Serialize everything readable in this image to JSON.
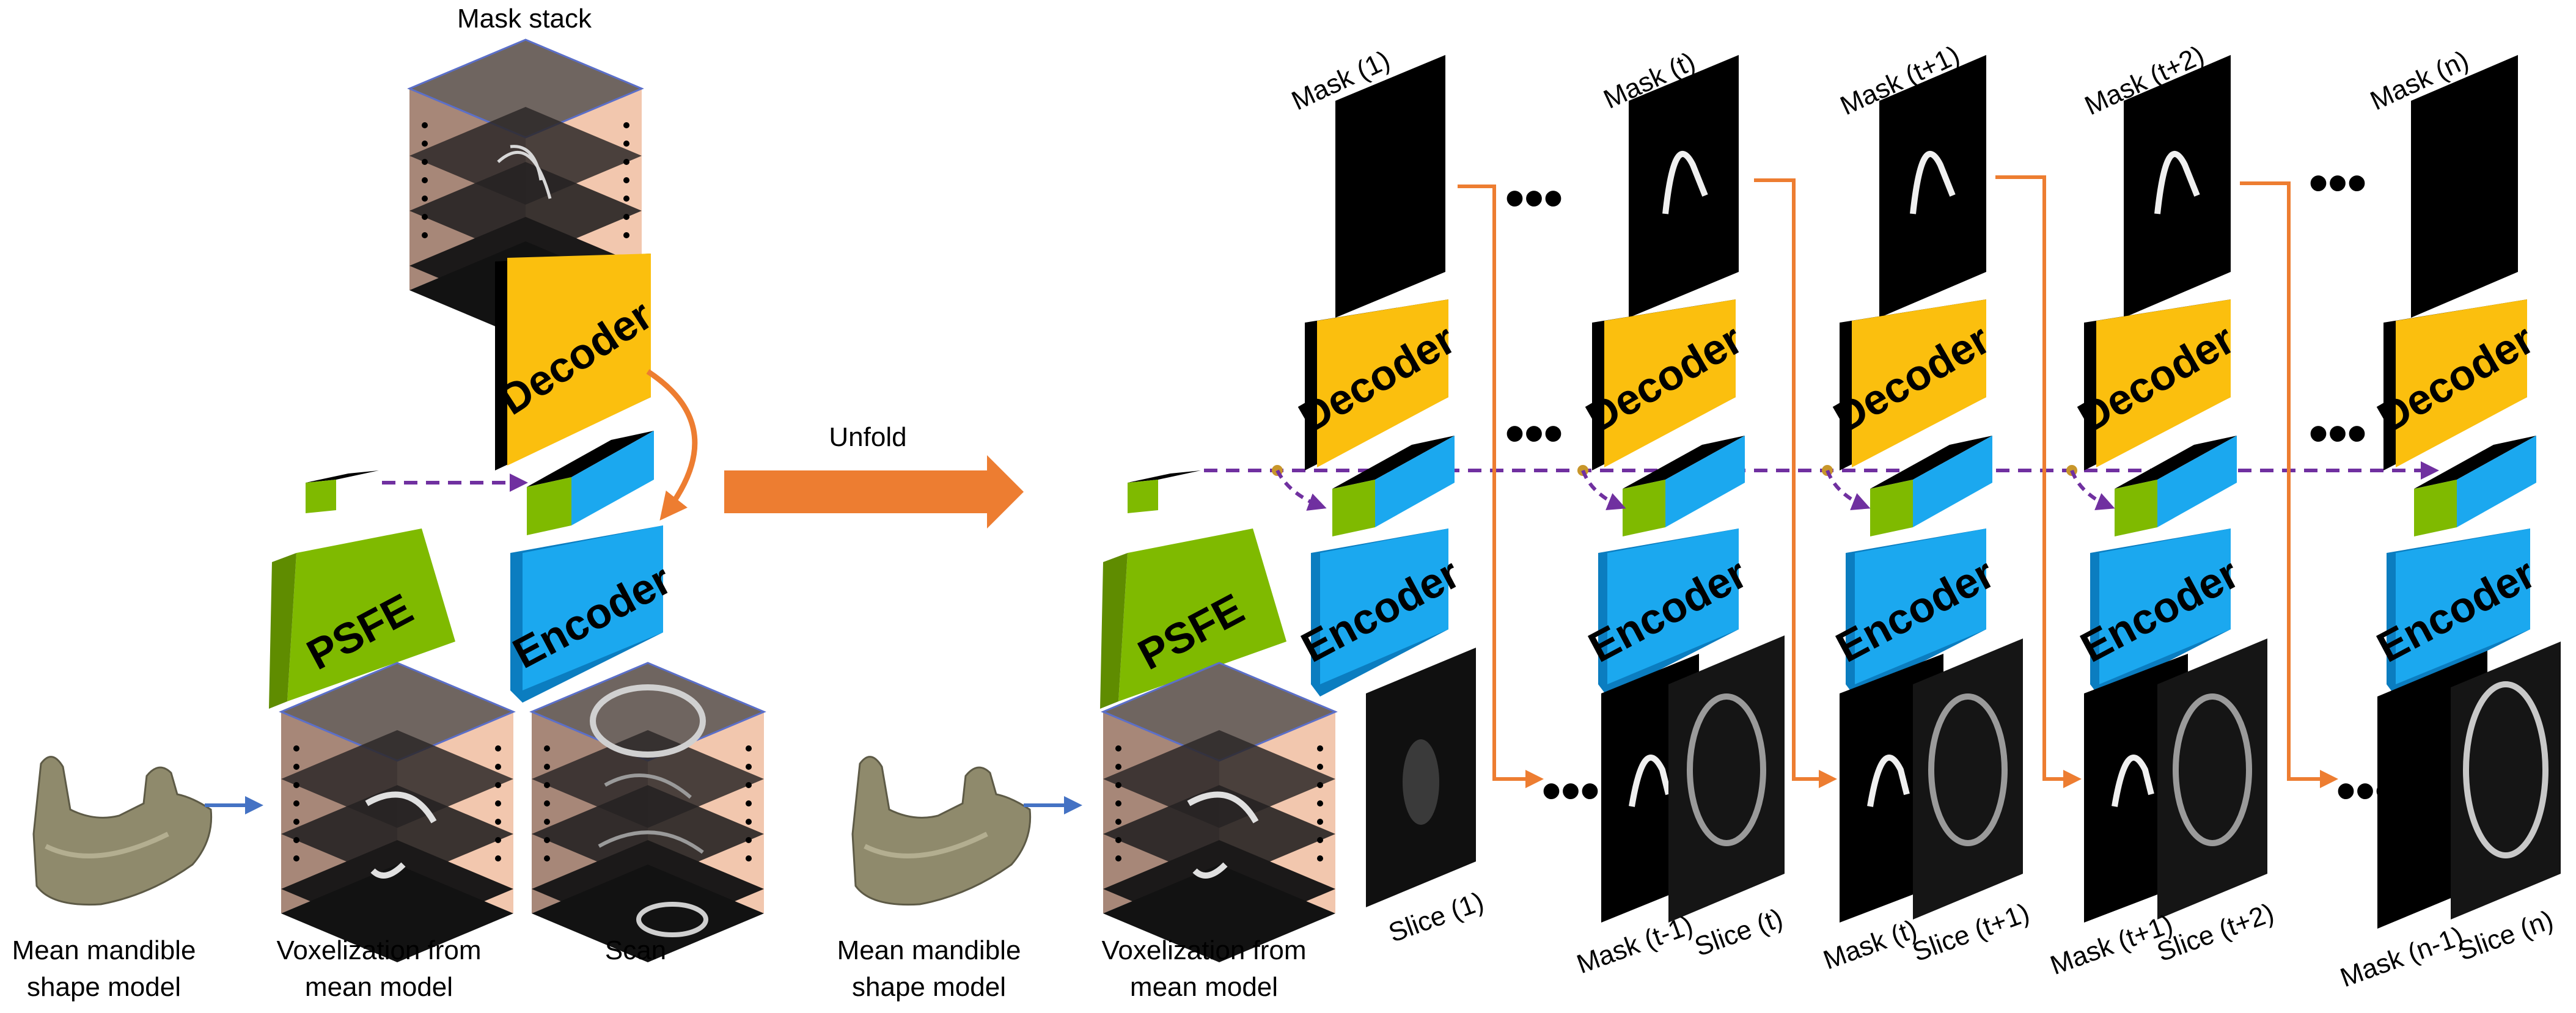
{
  "left": {
    "mask_stack_label": "Mask stack",
    "decoder_label": "Decoder",
    "encoder_label": "Encoder",
    "psfe_label": "PSFE",
    "unfold_label": "Unfold",
    "caption_mandible": [
      "Mean mandible",
      "shape model"
    ],
    "caption_voxel": [
      "Voxelization from",
      "mean model"
    ],
    "caption_scan": "Scan"
  },
  "right": {
    "psfe_label": "PSFE",
    "caption_mandible": [
      "Mean mandible",
      "shape model"
    ],
    "caption_voxel": [
      "Voxelization from",
      "mean model"
    ],
    "ellipsis": "•••",
    "columns": [
      {
        "mask_top": "Mask (1)",
        "decoder": "Decoder",
        "encoder": "Encoder",
        "mask_bottom": "",
        "slice": "Slice (1)"
      },
      {
        "mask_top": "Mask (t)",
        "decoder": "Decoder",
        "encoder": "Encoder",
        "mask_bottom": "Mask (t-1)",
        "slice": "Slice (t)"
      },
      {
        "mask_top": "Mask (t+1)",
        "decoder": "Decoder",
        "encoder": "Encoder",
        "mask_bottom": "Mask (t)",
        "slice": "Slice (t+1)"
      },
      {
        "mask_top": "Mask (t+2)",
        "decoder": "Decoder",
        "encoder": "Encoder",
        "mask_bottom": "Mask (t+1)",
        "slice": "Slice (t+2)"
      },
      {
        "mask_top": "Mask (n)",
        "decoder": "Decoder",
        "encoder": "Encoder",
        "mask_bottom": "Mask (n-1)",
        "slice": "Slice (n)"
      }
    ]
  },
  "colors": {
    "decoder": "#fbbf0e",
    "encoder": "#1ba8ef",
    "psfe": "#7fba00",
    "orange_arrow": "#ed7d31",
    "purple_dashed": "#7030a0",
    "blue_arrow": "#4472c4",
    "bone": "#8f8a6c"
  }
}
